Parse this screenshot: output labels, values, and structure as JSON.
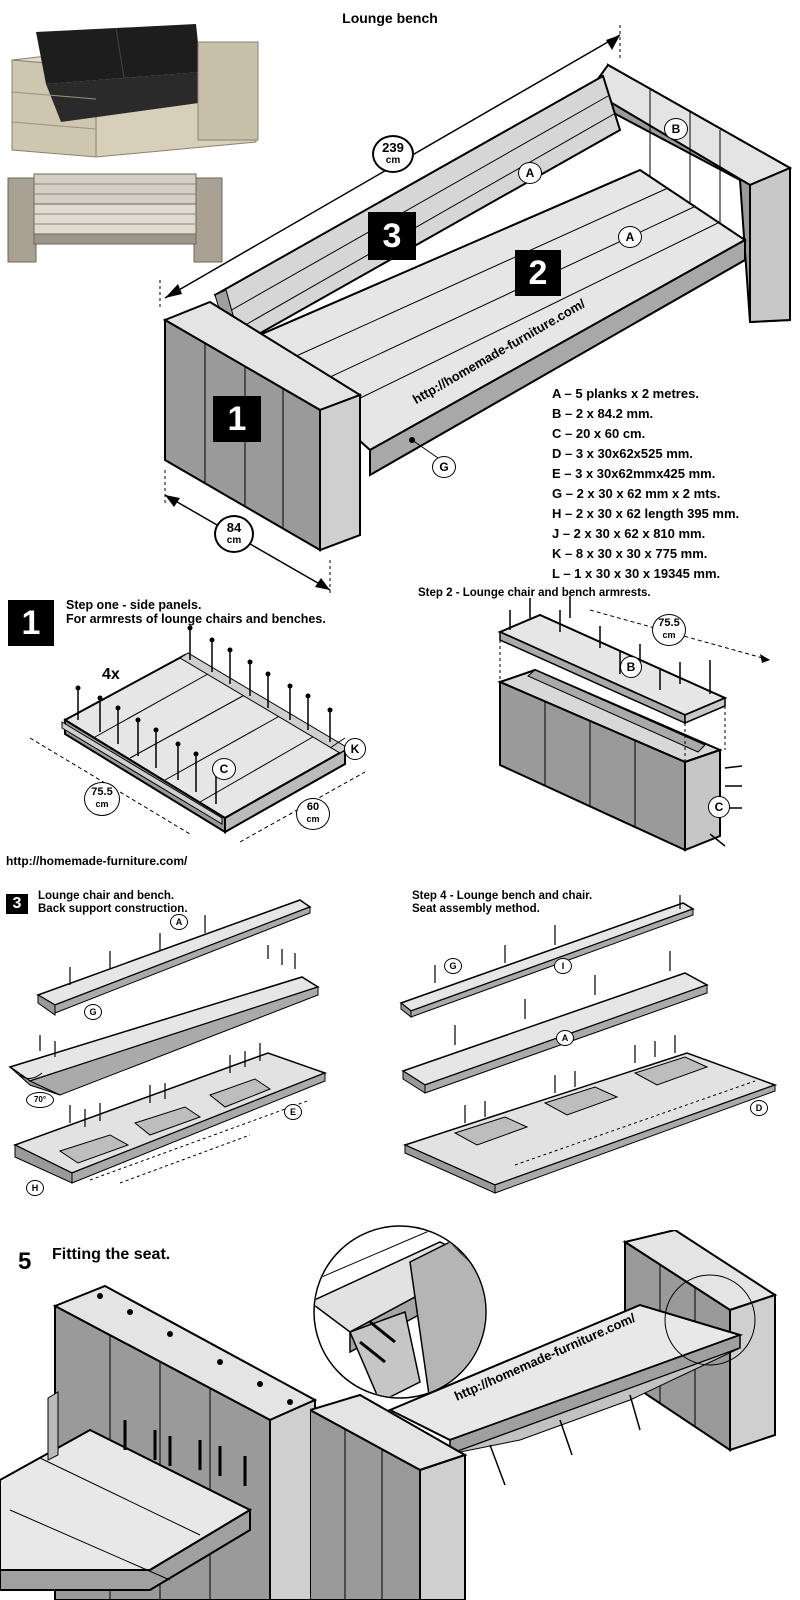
{
  "title": "Lounge bench",
  "overview": {
    "num_1": "1",
    "num_2": "2",
    "num_3": "3",
    "label_A1": "A",
    "label_A2": "A",
    "label_B": "B",
    "label_G": "G",
    "dim_length_value": "239",
    "dim_length_unit": "cm",
    "dim_depth_value": "84",
    "dim_depth_unit": "cm",
    "url": "http://homemade-furniture.com/"
  },
  "parts_list": [
    "A – 5 planks x 2 metres.",
    "B – 2 x 84.2 mm.",
    "C – 20 x 60 cm.",
    "D – 3 x 30x62x525 mm.",
    "E – 3 x 30x62mmx425 mm.",
    "G – 2 x 30 x 62 mm x 2 mts.",
    "H – 2 x 30 x 62 length 395 mm.",
    "J – 2 x 30 x 62 x 810 mm.",
    "K – 8 x 30 x 30 x 775 mm.",
    "L – 1 x 30 x 30 x 19345 mm."
  ],
  "step1": {
    "number": "1",
    "line1": "Step one - side panels.",
    "line2": "For armrests of lounge chairs and benches.",
    "count": "4x",
    "label_C": "C",
    "label_K": "K",
    "dim_a_value": "75.5",
    "dim_a_unit": "cm",
    "dim_b_value": "60",
    "dim_b_unit": "cm",
    "url": "http://homemade-furniture.com/"
  },
  "step2": {
    "heading": "Step 2 - Lounge chair and bench armrests.",
    "label_B": "B",
    "label_C": "C",
    "dim_value": "75.5",
    "dim_unit": "cm"
  },
  "step3": {
    "number": "3",
    "line1": "Lounge chair and bench.",
    "line2": "Back support construction.",
    "label_A": "A",
    "label_G": "G",
    "label_E": "E",
    "label_H": "H",
    "angle": "70°"
  },
  "step4": {
    "line1": "Step 4 - Lounge bench and chair.",
    "line2": "Seat assembly method.",
    "label_G": "G",
    "label_I": "I",
    "label_A": "A",
    "label_D": "D"
  },
  "step5": {
    "number": "5",
    "heading": "Fitting the seat.",
    "url": "http://homemade-furniture.com/"
  },
  "colors": {
    "plank_top": "#e4e4e4",
    "plank_side": "#9a9a9a",
    "plank_mid": "#c8c8c8",
    "outline": "#000000",
    "cushion": "#1e1e1e",
    "wood": "#d6cdb8"
  }
}
